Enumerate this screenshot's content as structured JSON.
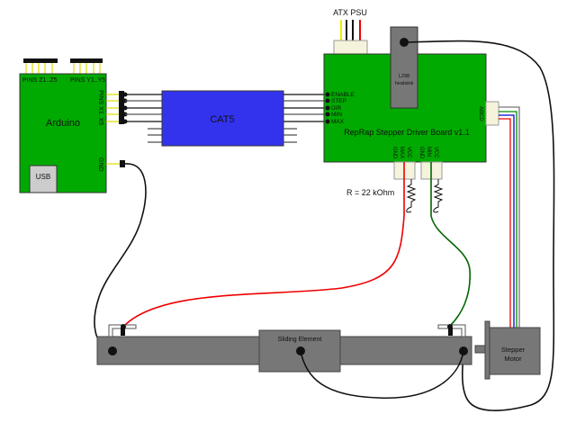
{
  "diagram": {
    "arduino": {
      "title": "Arduino",
      "usb_label": "USB",
      "pins_z_label": "PINS Z1..Z5",
      "pins_y_label": "PINS Y1..Y5",
      "pins_x_label": "PINS X1..X5",
      "gnd_label": "GND"
    },
    "cable": {
      "label": "CAT5"
    },
    "psu": {
      "label": "ATX PSU"
    },
    "driver_board": {
      "title": "RepRap Stepper Driver Board v1.1",
      "inputs": [
        "ENABLE",
        "STEP",
        "DIR",
        "MIN",
        "MAX"
      ],
      "heatsink_label_1": "L298",
      "heatsink_label_2": "heatsink",
      "motor_connector_label": "ABCD",
      "max_connector_pins": [
        "GND",
        "MAX",
        "VCC"
      ],
      "min_connector_pins": [
        "GND",
        "MIN",
        "VCC"
      ]
    },
    "resistor_label": "R = 22 kOhm",
    "sliding_element_label": "Sliding Element",
    "stepper_motor_label_1": "Stepper",
    "stepper_motor_label_2": "Motor",
    "colors": {
      "board_green": "#00aa00",
      "cat5_blue": "#3333ee",
      "rail_gray": "#777777",
      "wire_red": "#ee0000",
      "wire_green": "#006600",
      "wire_blue": "#0000cc",
      "wire_yellow": "#eeee00"
    }
  }
}
